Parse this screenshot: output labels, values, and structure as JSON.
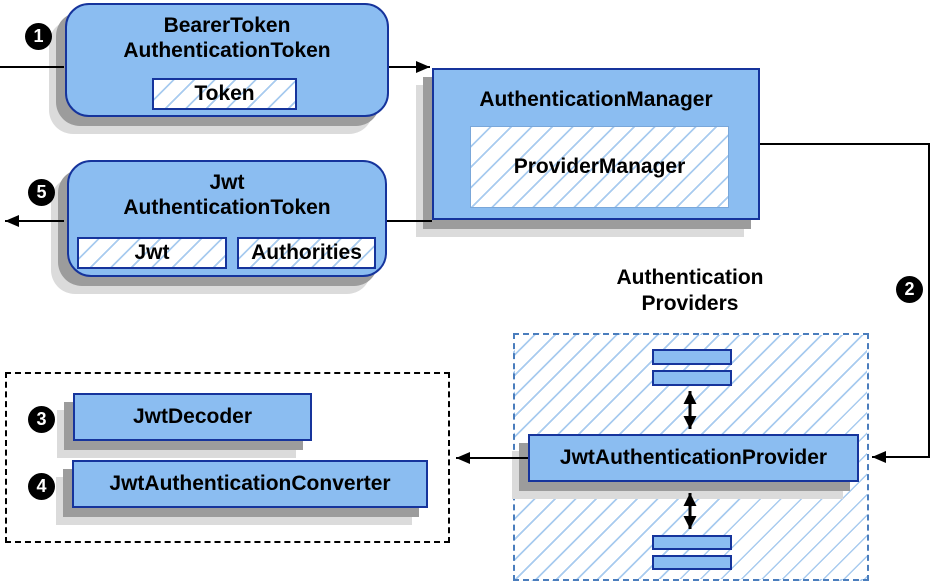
{
  "colors": {
    "node_fill": "#8BBDF1",
    "node_border": "#16349C",
    "hatch_line": "#A8CBEF",
    "inner_border": "#7AA7D9",
    "providers_dash_border": "#4A7DBD",
    "decoder_dash_border": "#000000",
    "shadow_dark": "#9C9C9C",
    "shadow_light": "#DBDBDB",
    "connector": "#000000",
    "step_bg": "#000000",
    "step_text": "#FFFFFF"
  },
  "nodes": {
    "bearer_token": {
      "title_line1": "BearerToken",
      "title_line2": "AuthenticationToken",
      "field": "Token"
    },
    "authentication_manager": {
      "title": "AuthenticationManager",
      "implementation": "ProviderManager"
    },
    "jwt_token": {
      "title_line1": "Jwt",
      "title_line2": "AuthenticationToken",
      "fields": [
        "Jwt",
        "Authorities"
      ]
    },
    "providers_group": {
      "label_line1": "Authentication",
      "label_line2": "Providers",
      "provider": "JwtAuthenticationProvider"
    },
    "decoder_group": {
      "decoder": "JwtDecoder",
      "converter": "JwtAuthenticationConverter"
    }
  },
  "steps": {
    "one": "1",
    "two": "2",
    "three": "3",
    "four": "4",
    "five": "5"
  }
}
